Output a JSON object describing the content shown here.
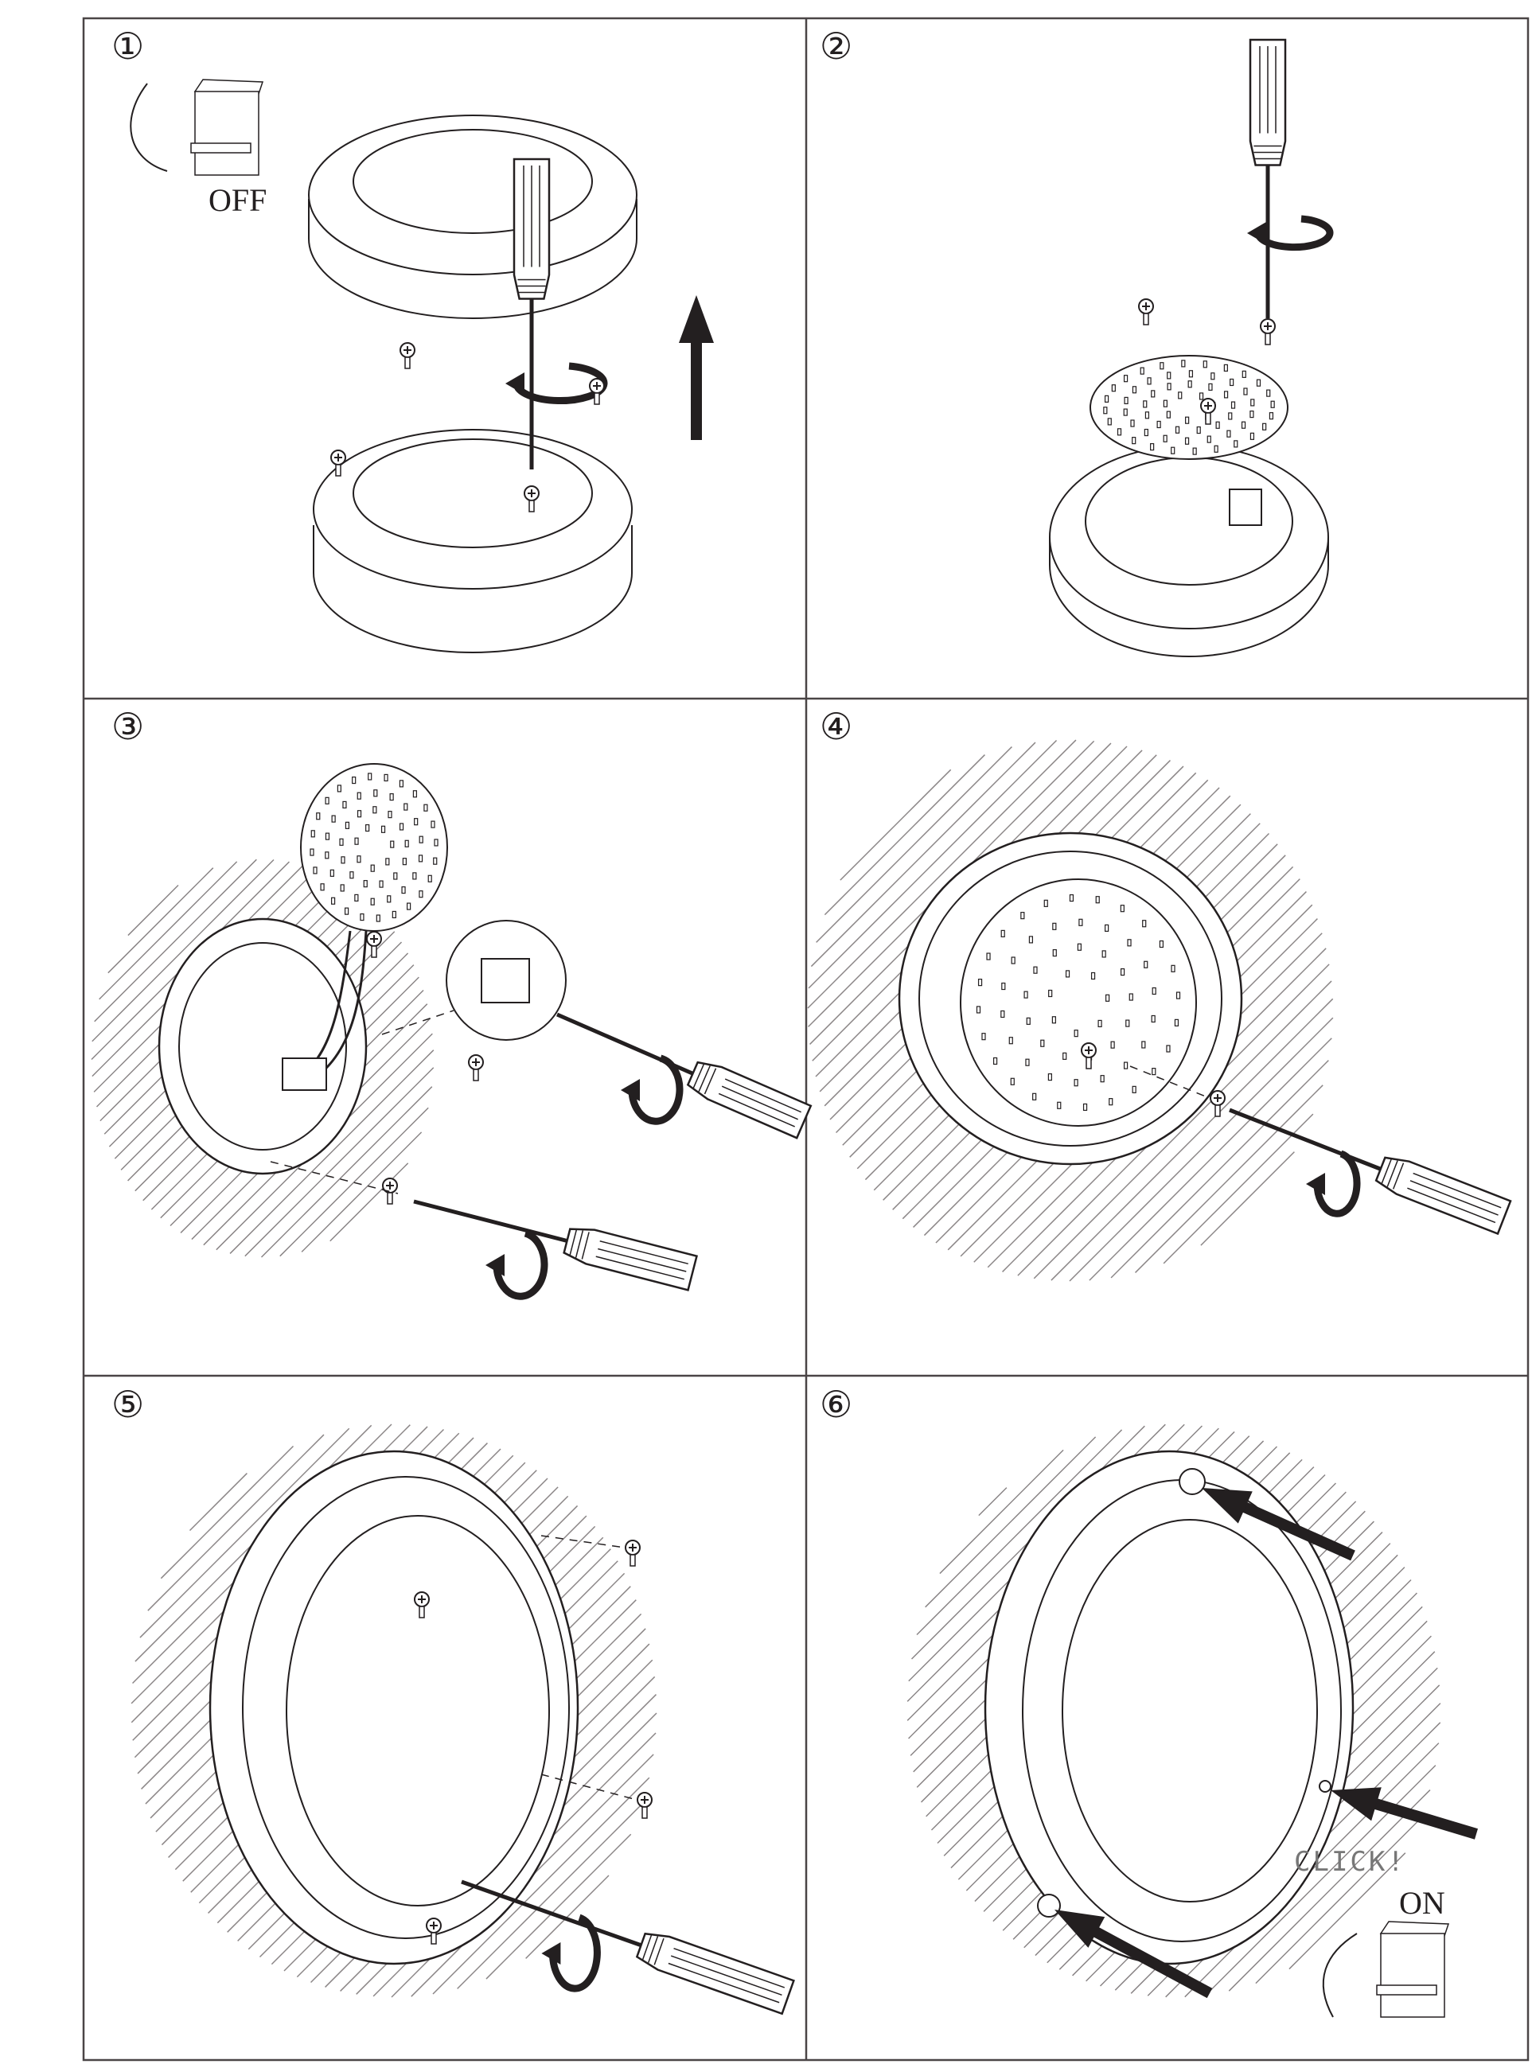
{
  "steps": [
    {
      "number": "①",
      "label": "OFF"
    },
    {
      "number": "②"
    },
    {
      "number": "③"
    },
    {
      "number": "④"
    },
    {
      "number": "⑤"
    },
    {
      "number": "⑥",
      "label": "ON",
      "note": "CLICK!"
    }
  ],
  "colors": {
    "line": "#231f20",
    "border": "#4a4546",
    "hatch": "#8a8586"
  }
}
